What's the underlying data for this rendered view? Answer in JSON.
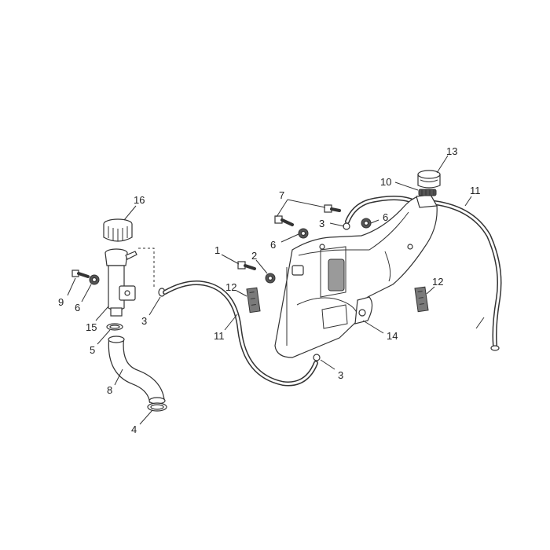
{
  "callouts": {
    "c1": "1",
    "c2": "2",
    "c3a": "3",
    "c3b": "3",
    "c3c": "3",
    "c4": "4",
    "c5": "5",
    "c6a": "6",
    "c6b": "6",
    "c6c": "6",
    "c7": "7",
    "c8": "8",
    "c9": "9",
    "c10": "10",
    "c11a": "11",
    "c11b": "11",
    "c12a": "12",
    "c12b": "12",
    "c13": "13",
    "c14": "14",
    "c15": "15",
    "c16": "16"
  }
}
